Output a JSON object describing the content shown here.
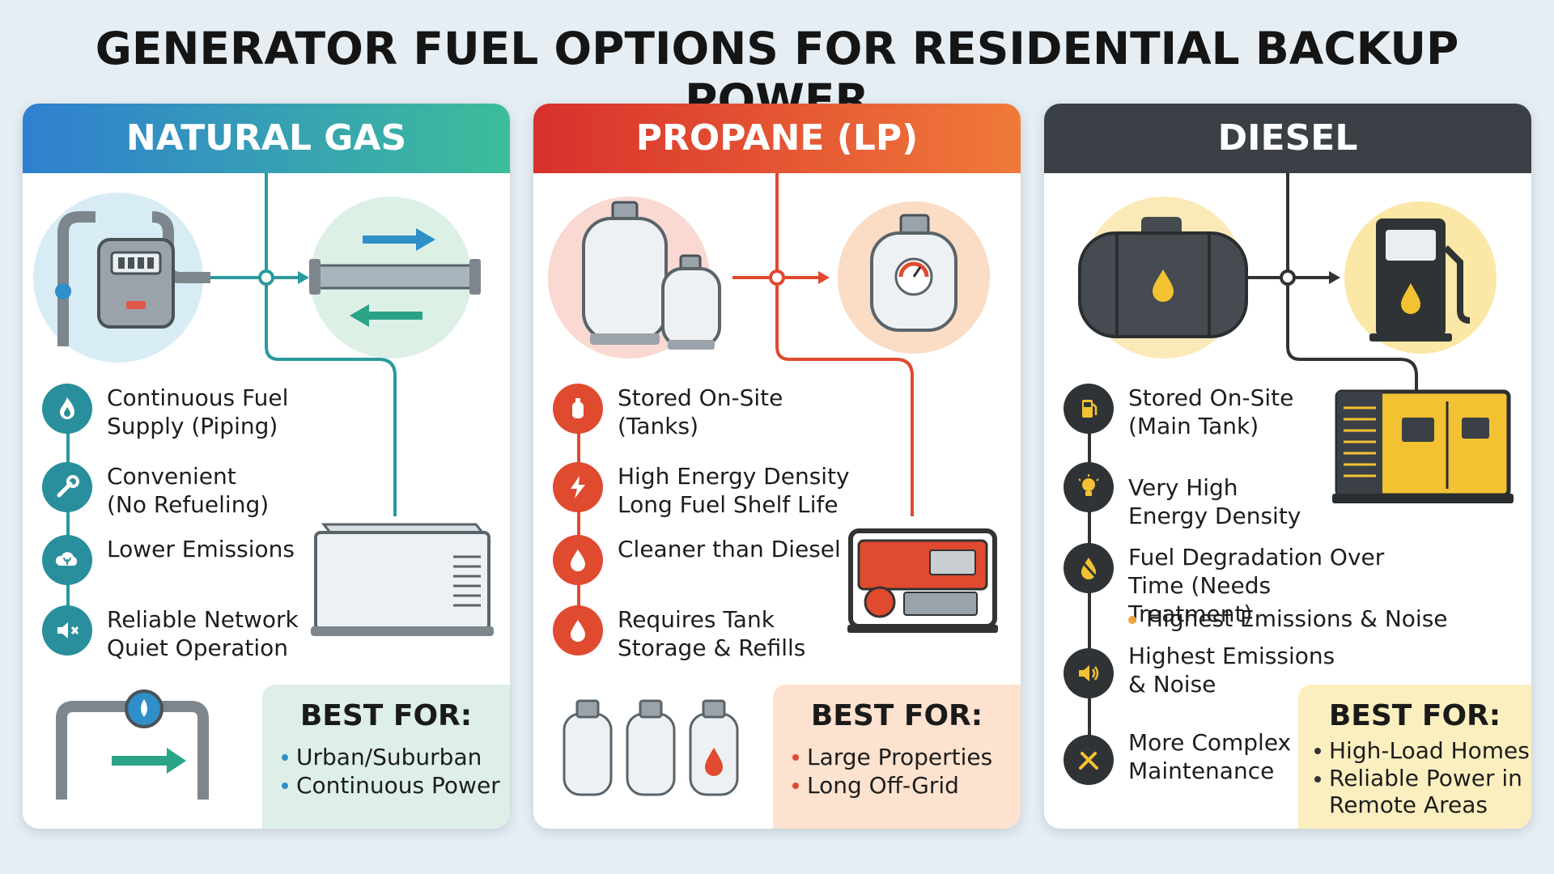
{
  "title": "GENERATOR FUEL OPTIONS FOR RESIDENTIAL BACKUP POWER",
  "colors": {
    "natural_gas_header": [
      "#2f7fd0",
      "#3dbd9a"
    ],
    "propane_header": [
      "#d8302c",
      "#f07a3a"
    ],
    "diesel_header": "#3a4045",
    "natural_gas_accent": "#2a8f9c",
    "propane_accent": "#e04a2f",
    "diesel_accent": "#2f3336",
    "diesel_highlight": "#f3c232"
  },
  "panels": {
    "natural_gas": {
      "header": "NATURAL GAS",
      "features": [
        {
          "icon": "flame-icon",
          "text": "Continuous Fuel\nSupply (Piping)"
        },
        {
          "icon": "wrench-icon",
          "text": "Convenient\n(No Refueling)"
        },
        {
          "icon": "cloud-leaf-icon",
          "text": "Lower Emissions"
        },
        {
          "icon": "speaker-mute-icon",
          "text": "Reliable Network\nQuiet Operation"
        }
      ],
      "best_for": {
        "title": "BEST FOR:",
        "items": [
          "Urban/Suburban",
          "Continuous Power"
        ]
      }
    },
    "propane": {
      "header": "PROPANE (LP)",
      "features": [
        {
          "icon": "propane-tank-icon",
          "text": "Stored On-Site\n(Tanks)"
        },
        {
          "icon": "lightning-icon",
          "text": "High Energy Density\nLong Fuel Shelf Life"
        },
        {
          "icon": "drop-icon",
          "text": "Cleaner than Diesel"
        },
        {
          "icon": "drop-icon",
          "text": "Requires Tank\nStorage & Refills"
        }
      ],
      "best_for": {
        "title": "BEST FOR:",
        "items": [
          "Large Properties",
          "Long Off-Grid"
        ]
      }
    },
    "diesel": {
      "header": "DIESEL",
      "features": [
        {
          "icon": "fuel-pump-icon",
          "text": "Stored On-Site\n(Main Tank)"
        },
        {
          "icon": "lightbulb-icon",
          "text": "Very High\nEnergy Density"
        },
        {
          "icon": "drop-slash-icon",
          "text": "Fuel Degradation Over\nTime (Needs Treatment)"
        },
        {
          "icon": "speaker-loud-icon",
          "text": "Highest Emissions\n& Noise"
        },
        {
          "icon": "tools-icon",
          "text": "More Complex\nMaintenance"
        }
      ],
      "extra_note": "Highest Emissions & Noise",
      "best_for": {
        "title": "BEST FOR:",
        "items": [
          "High-Load Homes",
          "Reliable Power in\nRemote Areas"
        ]
      }
    }
  }
}
